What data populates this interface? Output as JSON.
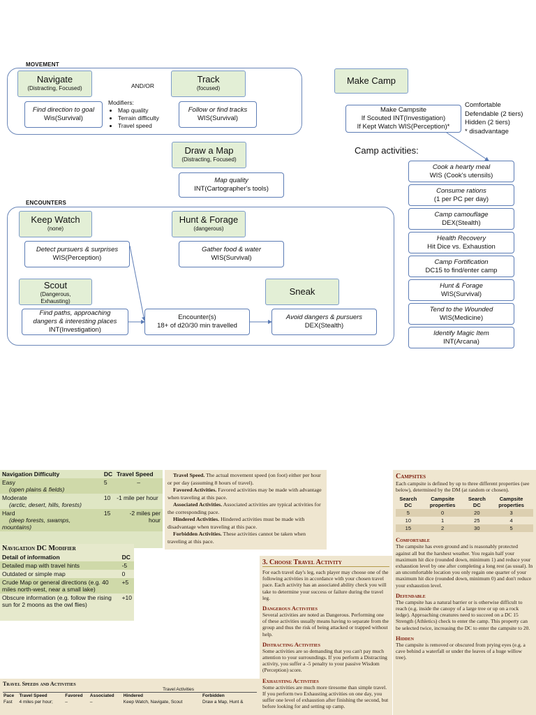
{
  "movement": {
    "label": "MOVEMENT",
    "and_or": "AND/OR",
    "navigate": {
      "title": "Navigate",
      "sub": "(Distracting, Focused)",
      "check_italic": "Find direction to goal",
      "check": "Wis(Survival)"
    },
    "track": {
      "title": "Track",
      "sub": "(focused)",
      "check_italic": "Follow or find tracks",
      "check": "WIS(Survival)"
    },
    "modifiers_title": "Modifiers:",
    "modifiers": [
      "Map quality",
      "Terrain difficulty",
      "Travel speed"
    ],
    "draw_map": {
      "title": "Draw a Map",
      "sub": "(Distracting, Focused)",
      "check_italic": "Map quality",
      "check": "INT(Cartographer's tools)"
    }
  },
  "camp": {
    "title": "Make Camp",
    "check_lines": [
      "Make Campsite",
      "If Scouted INT(Investigation)",
      "If Kept Watch WIS(Perception)*"
    ],
    "properties": [
      "Comfortable",
      "Defendable (2 tiers)",
      "Hidden (2 tiers)",
      "* disadvantage"
    ],
    "activities_label": "Camp activities:",
    "activities": [
      {
        "name": "Cook a hearty meal",
        "check": "WIS (Cook's utensils)"
      },
      {
        "name": "Consume rations",
        "check": "(1 per PC per day)"
      },
      {
        "name": "Camp camouflage",
        "check": "DEX(Stealth)"
      },
      {
        "name": "Health Recovery",
        "check": "Hit Dice vs. Exhaustion"
      },
      {
        "name": "Camp Fortification",
        "check": "DC15 to find/enter camp"
      },
      {
        "name": "Hunt & Forage",
        "check": "WIS(Survival)"
      },
      {
        "name": "Tend to the Wounded",
        "check": "WIS(Medicine)"
      },
      {
        "name": "Identify Magic Item",
        "check": "INT(Arcana)"
      }
    ]
  },
  "encounters": {
    "label": "ENCOUNTERS",
    "keep_watch": {
      "title": "Keep Watch",
      "sub": "(none)",
      "check_italic": "Detect pursuers & surprises",
      "check": "WIS(Perception)"
    },
    "hunt": {
      "title": "Hunt & Forage",
      "sub": "(dangerous)",
      "check_italic": "Gather food & water",
      "check": "WIS(Survival)"
    },
    "scout": {
      "title": "Scout",
      "sub1": "(Dangerous,",
      "sub2": "Exhausting)",
      "check_italic1": "Find paths, approaching",
      "check_italic2": "dangers & interesting places",
      "check": "INT(Investigation)"
    },
    "sneak": {
      "title": "Sneak",
      "check_italic": "Avoid dangers & pursuers",
      "check": "DEX(Stealth)"
    },
    "encounter": {
      "line1": "Encounter(s)",
      "line2": "18+ of d20/30 min travelled"
    }
  },
  "nav_table": {
    "headers": [
      "Navigation Difficulty",
      "DC",
      "Travel Speed"
    ],
    "rows": [
      {
        "name": "Easy",
        "detail": "(open plains & fields)",
        "dc": "5",
        "speed": "–"
      },
      {
        "name": "Moderate",
        "detail": "(arctic, desert, hills, forests)",
        "dc": "10",
        "speed": "-1 mile per hour"
      },
      {
        "name": "Hard",
        "detail": "(deep forests, swamps, mountains)",
        "dc": "15",
        "speed": "-2 miles per hour"
      }
    ]
  },
  "mod_table": {
    "title": "Navigation DC Modifier",
    "headers": [
      "Detail of information",
      "DC"
    ],
    "rows": [
      {
        "name": "Detailed map with travel hints",
        "dc": "-5"
      },
      {
        "name": "Outdated or simple map",
        "dc": "0"
      },
      {
        "name": "Crude Map or general directions (e.g. 40 miles north-west, near a small lake)",
        "dc": "+5"
      },
      {
        "name": "Obscure information (e.g. follow the rising sun for 2 moons as the owl flies)",
        "dc": "+10"
      }
    ]
  },
  "speed_text": [
    {
      "b": "Travel Speed.",
      "t": " The actual movement speed (on foot) either per hour or per day (assuming 8 hours of travel)."
    },
    {
      "b": "Favored Activities.",
      "t": " Favored activities may be made with advantage when traveling at this pace."
    },
    {
      "b": "Associated Activities.",
      "t": " Associated activities are typical activities for the corresponding pace."
    },
    {
      "b": "Hindered Activities.",
      "t": " Hindered activities must be made with disadvantage when traveling at this pace."
    },
    {
      "b": "Forbidden Activities.",
      "t": " These activities cannot be taken when traveling at this pace."
    }
  ],
  "choose": {
    "heading": "3. Choose Travel Activity",
    "intro": "For each travel day's leg, each player may choose one of the following activities in accordance with your chosen travel pace. Each activity has an associated ability check you will take to determine your success or failure during the travel leg.",
    "dangerous_h": "Dangerous Activities",
    "dangerous_t": "Several activities are noted as Dangerous. Performing one of these activities usually means having to separate from the group and thus the risk of being attacked or trapped without help.",
    "distracting_h": "Distracting Activities",
    "distracting_t": "Some activities are so demanding that you can't pay much attention to your surroundings. If you perform a Distracting activity, you suffer a -5 penalty to your passive Wisdom (Perception) score.",
    "exhausting_h": "Exhausting Activities",
    "exhausting_t": "Some activities are much more tiresome than simple travel. If you perform two Exhausting activities on one day, you suffer one level of exhaustion after finishing the second, but before looking for and setting up camp."
  },
  "campsites": {
    "heading": "Campsites",
    "intro": "Each campsite is defined by up to three different properties (see below), determined by the DM (at random or chosen).",
    "headers": [
      "Search DC",
      "Campsite properties",
      "Search DC",
      "Campsite properties"
    ],
    "rows": [
      [
        "5",
        "0",
        "20",
        "3"
      ],
      [
        "10",
        "1",
        "25",
        "4"
      ],
      [
        "15",
        "2",
        "30",
        "5"
      ]
    ],
    "comfortable_h": "Comfortable",
    "comfortable_t": "The campsite has even ground and is reasonably protected against all but the harshest weather. You regain half your maximum hit dice (rounded down, minimum 1) and reduce your exhaustion level by one after completing a long rest (as usual). In an uncomfortable location you only regain one quarter of your maximum hit dice (rounded down, minimum 0) and don't reduce your exhaustion level.",
    "defendable_h": "Defendable",
    "defendable_t": "The campsite has a natural barrier or is otherwise difficult to reach (e.g. inside the canopy of a large tree or up on a rock ledge). Approaching creatures need to succeed on a DC 15 Strength (Athletics) check to enter the camp. This property can be selected twice, increasing the DC to enter the campsite to 20.",
    "hidden_h": "Hidden",
    "hidden_t": "The campsite is removed or obscured from prying eyes (e.g. a cave behind a waterfall or under the leaves of a huge willow tree)."
  },
  "speeds_table": {
    "title": "Travel Speeds and Activities",
    "group": "Travel Activities",
    "headers": [
      "Pace",
      "Travel Speed",
      "Favored",
      "Associated",
      "Hindered",
      "Forbidden"
    ],
    "row": [
      "Fast",
      "4 miles per hour;",
      "–",
      "–",
      "Keep Watch, Navigate, Scout",
      "Draw a Map, Hunt &"
    ]
  }
}
